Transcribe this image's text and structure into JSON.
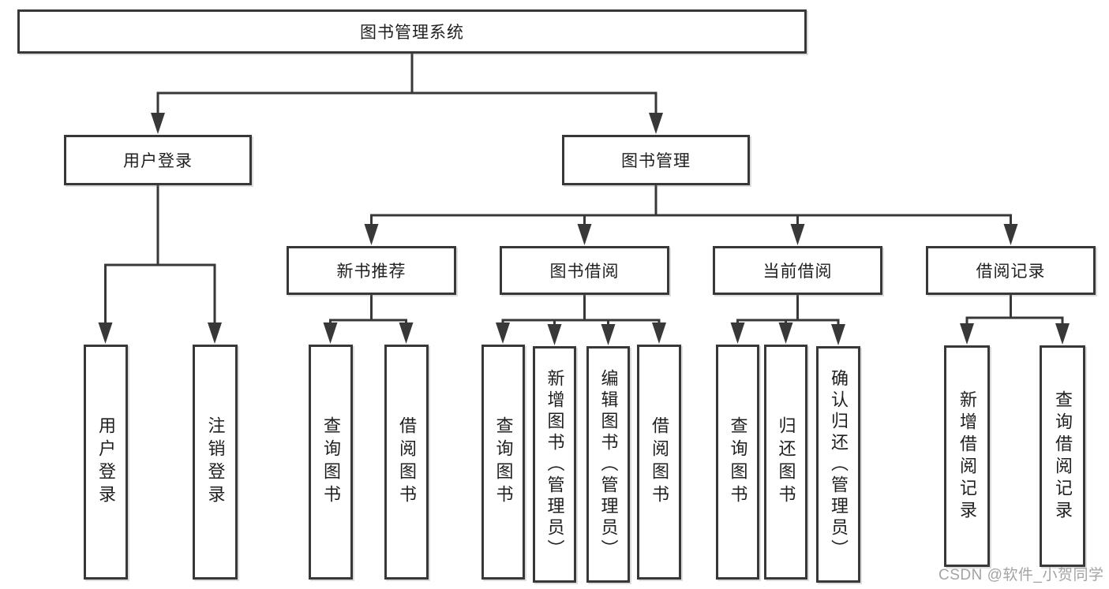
{
  "diagram_title": "图书管理系统",
  "tree": {
    "label": "图书管理系统",
    "children": [
      {
        "label": "用户登录",
        "children": [
          {
            "label": "用户登录"
          },
          {
            "label": "注销登录"
          }
        ]
      },
      {
        "label": "图书管理",
        "children": [
          {
            "label": "新书推荐",
            "children": [
              {
                "label": "查询图书"
              },
              {
                "label": "借阅图书"
              }
            ]
          },
          {
            "label": "图书借阅",
            "children": [
              {
                "label": "查询图书"
              },
              {
                "label": "新增图书（管理员）"
              },
              {
                "label": "编辑图书（管理员）"
              },
              {
                "label": "借阅图书"
              }
            ]
          },
          {
            "label": "当前借阅",
            "children": [
              {
                "label": "查询图书"
              },
              {
                "label": "归还图书"
              },
              {
                "label": "确认归还（管理员）"
              }
            ]
          },
          {
            "label": "借阅记录",
            "children": [
              {
                "label": "新增借阅记录"
              },
              {
                "label": "查询借阅记录"
              }
            ]
          }
        ]
      }
    ]
  },
  "watermark": {
    "text": "CSDN @软件_小贺同学"
  },
  "colors": {
    "line": "#383838",
    "box_border": "#383838",
    "text": "#1f1f1f",
    "background": "#ffffff",
    "watermark": "#a3a3a3"
  }
}
